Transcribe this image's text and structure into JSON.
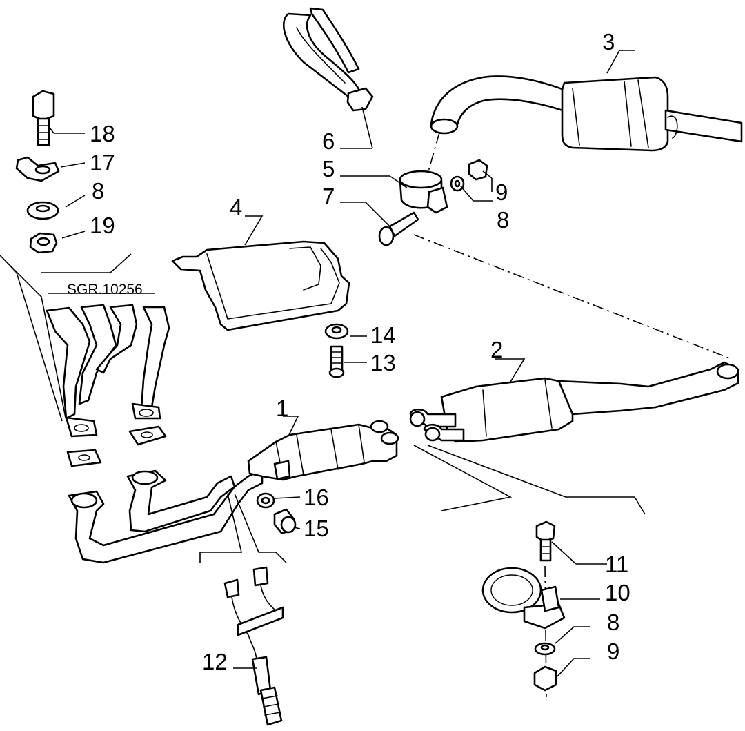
{
  "drawing_code": "SGR.10256",
  "callouts": {
    "c1": "1",
    "c2": "2",
    "c3": "3",
    "c4": "4",
    "c5": "5",
    "c6": "6",
    "c7": "7",
    "c8_top": "8",
    "c8_left": "8",
    "c8_bottom": "8",
    "c9_top": "9",
    "c9_bottom": "9",
    "c10": "10",
    "c11": "11",
    "c12": "12",
    "c13": "13",
    "c14": "14",
    "c15": "15",
    "c16": "16",
    "c17": "17",
    "c18": "18",
    "c19": "19"
  }
}
